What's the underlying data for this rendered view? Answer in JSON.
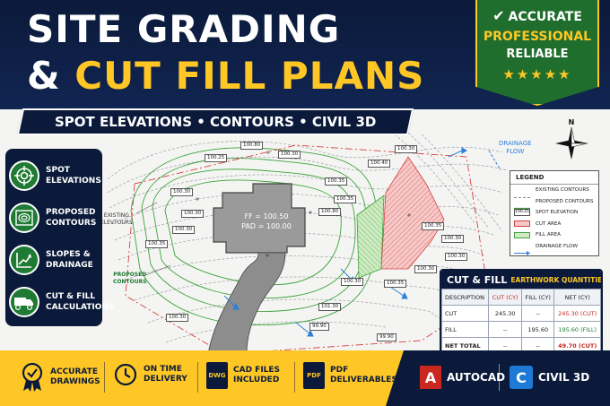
{
  "header": {
    "title_line1": "SITE GRADING",
    "title_line2_prefix": "& ",
    "title_line2_highlight": "CUT FILL PLANS",
    "subtitle": "SPOT ELEVATIONS • CONTOURS • CIVIL 3D"
  },
  "badge": {
    "line1": "ACCURATE",
    "line2": "PROFESSIONAL",
    "line3": "RELIABLE",
    "stars": "★★★★★",
    "border_color": "#ffc726",
    "fill_color": "#1f6e2e"
  },
  "features": [
    {
      "icon": "target-icon",
      "label": "SPOT\nELEVATIONS"
    },
    {
      "icon": "contours-icon",
      "label": "PROPOSED\nCONTOURS"
    },
    {
      "icon": "slope-chart-icon",
      "label": "SLOPES &\nDRAINAGE"
    },
    {
      "icon": "truck-icon",
      "label": "CUT & FILL\nCALCULATIONS"
    }
  ],
  "plan": {
    "building_ff": "FF = 100.50",
    "building_pad": "PAD = 100.00",
    "label_existing": "EXISTING\nELEVTOURS",
    "label_proposed": "PROPOSED\nCONTOURS",
    "label_drainage": "DRAINAGE\nFLOW",
    "spot_elevations": [
      "100.80",
      "100.25",
      "100.30",
      "100.30",
      "100.30",
      "100.30",
      "100.35",
      "100.35",
      "100.35",
      "100.80",
      "100.40",
      "100.30",
      "100.35",
      "100.30",
      "100.30",
      "100.30",
      "100.35",
      "100.30",
      "101.30",
      "99.90",
      "99.90",
      "100.30"
    ]
  },
  "legend": {
    "title": "LEGEND",
    "items": [
      {
        "label": "EXISTING CONTOURS"
      },
      {
        "label": "PROPOSED CONTOURS"
      },
      {
        "label": "SPOT ELEVATION",
        "sym_text": "100.25"
      },
      {
        "label": "CUT AREA"
      },
      {
        "label": "FILL AREA"
      },
      {
        "label": "DRAINAGE FLOW"
      }
    ]
  },
  "cut_fill": {
    "title": "CUT & FILL",
    "subtitle": "EARTHWORK QUANTITIES",
    "headers": [
      "DESCRIPTION",
      "CUT (CY)",
      "FILL (CY)",
      "NET (CY)"
    ],
    "rows": [
      [
        "CUT",
        "245.30",
        "--",
        "245.30 (CUT)"
      ],
      [
        "FILL",
        "--",
        "195.60",
        "195.60 (FILL)"
      ],
      [
        "NET TOTAL",
        "--",
        "--",
        "49.70 (CUT)"
      ]
    ]
  },
  "bottom": {
    "items": [
      {
        "icon": "award-medal-icon",
        "label": "ACCURATE\nDRAWINGS"
      },
      {
        "icon": "clock-icon",
        "label": "ON TIME\nDELIVERY"
      },
      {
        "icon": "dwg-file-icon",
        "label": "CAD FILES\nINCLUDED",
        "icon_text": "DWG"
      },
      {
        "icon": "pdf-file-icon",
        "label": "PDF\nDELIVERABLES",
        "icon_text": "PDF"
      }
    ],
    "software": [
      {
        "icon": "autocad-logo-icon",
        "label": "AUTOCAD",
        "logo_letter": "A"
      },
      {
        "icon": "civil3d-logo-icon",
        "label": "CIVIL 3D",
        "logo_letter": "C"
      }
    ]
  },
  "colors": {
    "navy": "#0b1a3a",
    "yellow": "#ffc726",
    "green": "#1f7a33",
    "cut_red": "#e88a8a",
    "fill_green": "#9fd38c"
  }
}
